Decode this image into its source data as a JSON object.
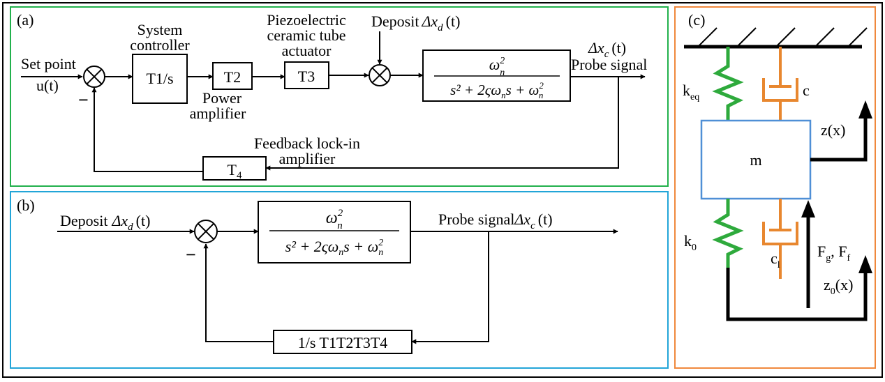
{
  "colors": {
    "panel_a_border": "#22b14c",
    "panel_b_border": "#22a5d8",
    "panel_c_border": "#f0883c",
    "spring": "#2eaa3c",
    "damper": "#e8872f",
    "mass_border": "#4f8fd6",
    "outer_border": "#000000"
  },
  "panel_a": {
    "label": "(a)",
    "input": {
      "line1": "Set point",
      "line2": "u(t)"
    },
    "minus_sign": "−",
    "system_controller": {
      "line1": "System",
      "line2": "controller",
      "block": "T1/s"
    },
    "power_amplifier": {
      "block": "T2",
      "line1": "Power",
      "line2": "amplifier"
    },
    "actuator": {
      "line1": "Piezoelectric",
      "line2": "ceramic tube",
      "line3": "actuator",
      "block": "T3"
    },
    "deposit": {
      "text": "Deposit",
      "var": "Δx",
      "sub": "d",
      "arg": "(t)"
    },
    "plant": {
      "num": "ω",
      "num_sup": "2",
      "num_sub": "n",
      "den": "s² + 2ςω",
      "den_sub": "n",
      "den_tail": "s + ω",
      "den_sup": "2",
      "den_sub2": "n"
    },
    "output": {
      "var": "Δx",
      "sub": "c",
      "arg": "(t)",
      "label": "Probe signal"
    },
    "feedback": {
      "line1": "Feedback lock-in",
      "line2": "amplifier",
      "block": "T",
      "block_sub": "4"
    }
  },
  "panel_b": {
    "label": "(b)",
    "deposit": {
      "text": "Deposit",
      "var": "Δx",
      "sub": "d",
      "arg": "(t)"
    },
    "minus_sign": "−",
    "plant": {
      "num": "ω",
      "num_sup": "2",
      "num_sub": "n",
      "den": "s² + 2ςω",
      "den_sub": "n",
      "den_tail": "s + ω",
      "den_sup": "2",
      "den_sub2": "n"
    },
    "output": {
      "label": "Probe signal",
      "var": "Δx",
      "sub": "c",
      "arg": "(t)"
    },
    "feedback_block": "1/s  T1T2T3T4"
  },
  "panel_c": {
    "label": "(c)",
    "k_eq": {
      "base": "k",
      "sub": "eq"
    },
    "c": "c",
    "z": "z(x)",
    "mass": "m",
    "k0": {
      "base": "k",
      "sub": "0"
    },
    "c1": {
      "base": "c",
      "sub": "l"
    },
    "forces": {
      "f1": "F",
      "f1_sub": "g",
      "sep": ", ",
      "f2": "F",
      "f2_sub": "f"
    },
    "z0": {
      "base": "z",
      "sub": "0",
      "tail": "(x)"
    }
  }
}
